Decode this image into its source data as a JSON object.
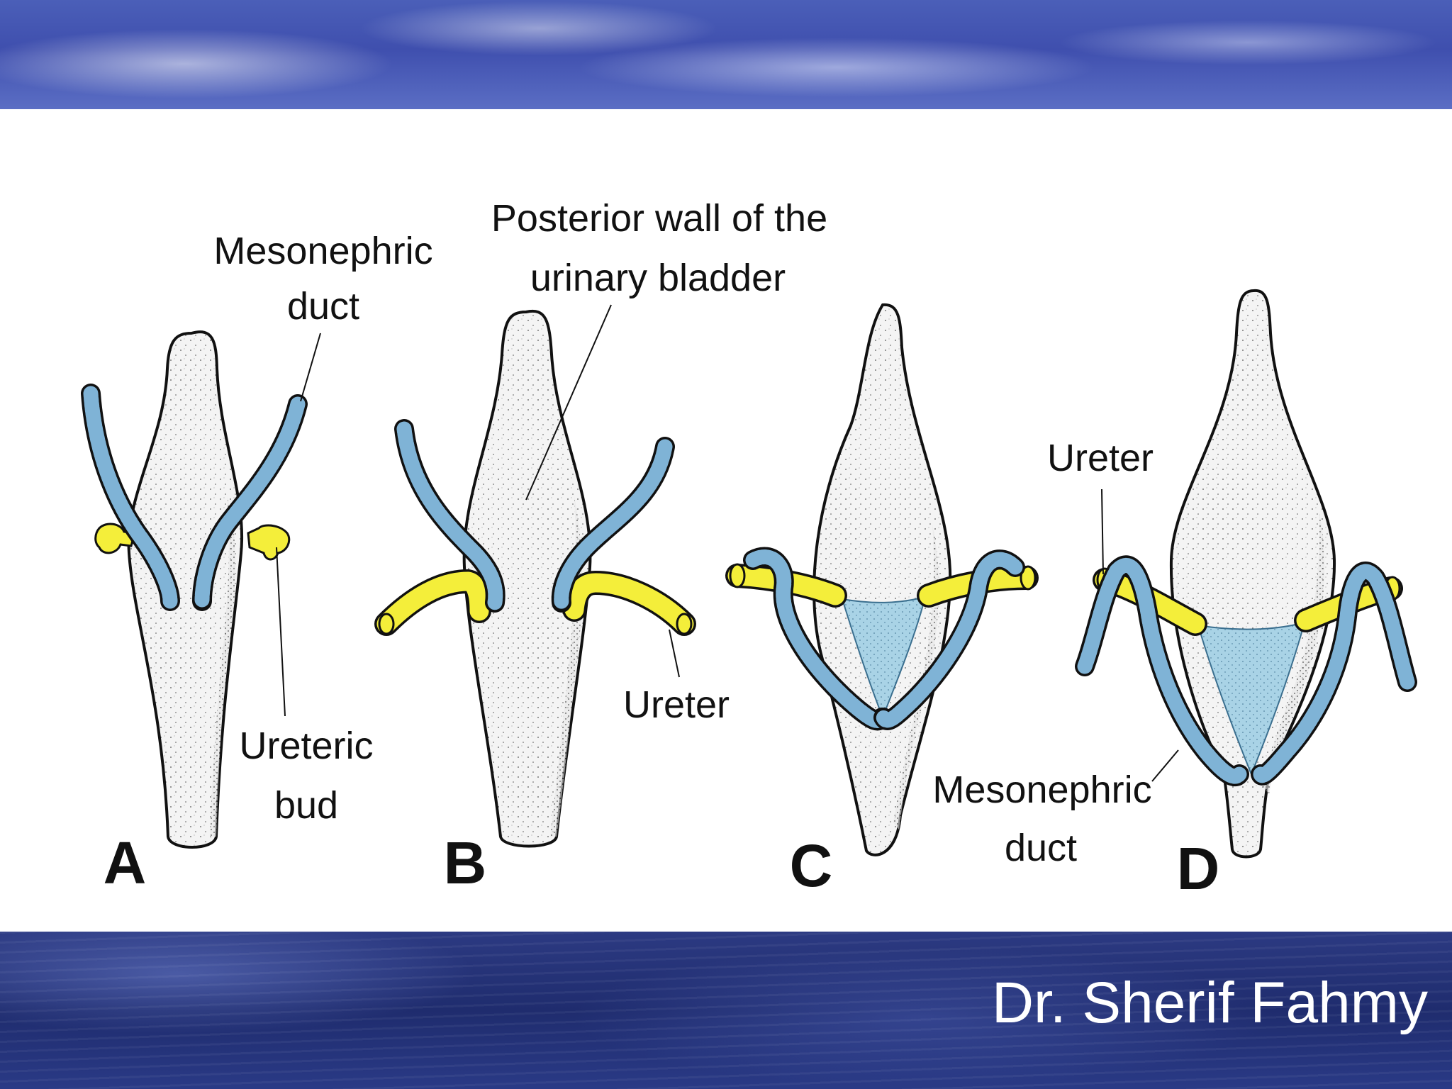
{
  "labels": {
    "mesonephric_duct_a_line1": "Mesonephric",
    "mesonephric_duct_a_line2": "duct",
    "posterior_wall_line1": "Posterior wall of the",
    "posterior_wall_line2": "urinary bladder",
    "ureteric_bud_line1": "Ureteric",
    "ureteric_bud_line2": "bud",
    "ureter_b": "Ureter",
    "ureter_d": "Ureter",
    "mesonephric_duct_c_line1": "Mesonephric",
    "mesonephric_duct_c_line2": "duct"
  },
  "panels": [
    "A",
    "B",
    "C",
    "D"
  ],
  "footer": {
    "credit": "Dr. Sherif Fahmy"
  },
  "colors": {
    "duct_blue": "#7fb3d6",
    "ureter_yellow": "#f4ee3a",
    "trigone_blue": "#a9d3e6",
    "bladder_fill": "#f4f4f4",
    "band_blue": "#3f4fae"
  }
}
